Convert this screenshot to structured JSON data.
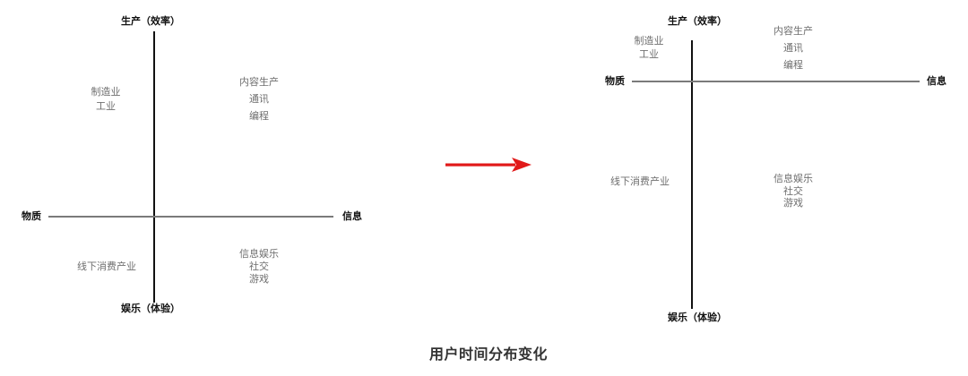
{
  "caption": "用户时间分布变化",
  "colors": {
    "vertical_axis": "#111111",
    "horizontal_axis": "#7a7a7a",
    "axis_label": "#111111",
    "region_text": "#6f6f6f",
    "arrow": "#e11a1a",
    "caption": "#333333"
  },
  "before": {
    "axes": {
      "top": "生产（效率）",
      "bottom": "娱乐（体验）",
      "left": "物质",
      "right": "信息"
    },
    "regions": {
      "top_left": [
        "制造业",
        "工业"
      ],
      "top_right": [
        "内容生产",
        "通讯",
        "编程"
      ],
      "bottom_left": [
        "线下消费产业"
      ],
      "bottom_right": [
        "信息娱乐",
        "社交",
        "游戏"
      ]
    }
  },
  "after": {
    "axes": {
      "top": "生产（效率）",
      "bottom": "娱乐（体验）",
      "left": "物质",
      "right": "信息"
    },
    "regions": {
      "top_left": [
        "制造业",
        "工业"
      ],
      "top_right": [
        "内容生产",
        "通讯",
        "编程"
      ],
      "bottom_left": [
        "线下消费产业"
      ],
      "bottom_right": [
        "信息娱乐",
        "社交",
        "游戏"
      ]
    }
  },
  "transition_arrow": {
    "icon": "right-arrow-icon",
    "direction": "right"
  }
}
